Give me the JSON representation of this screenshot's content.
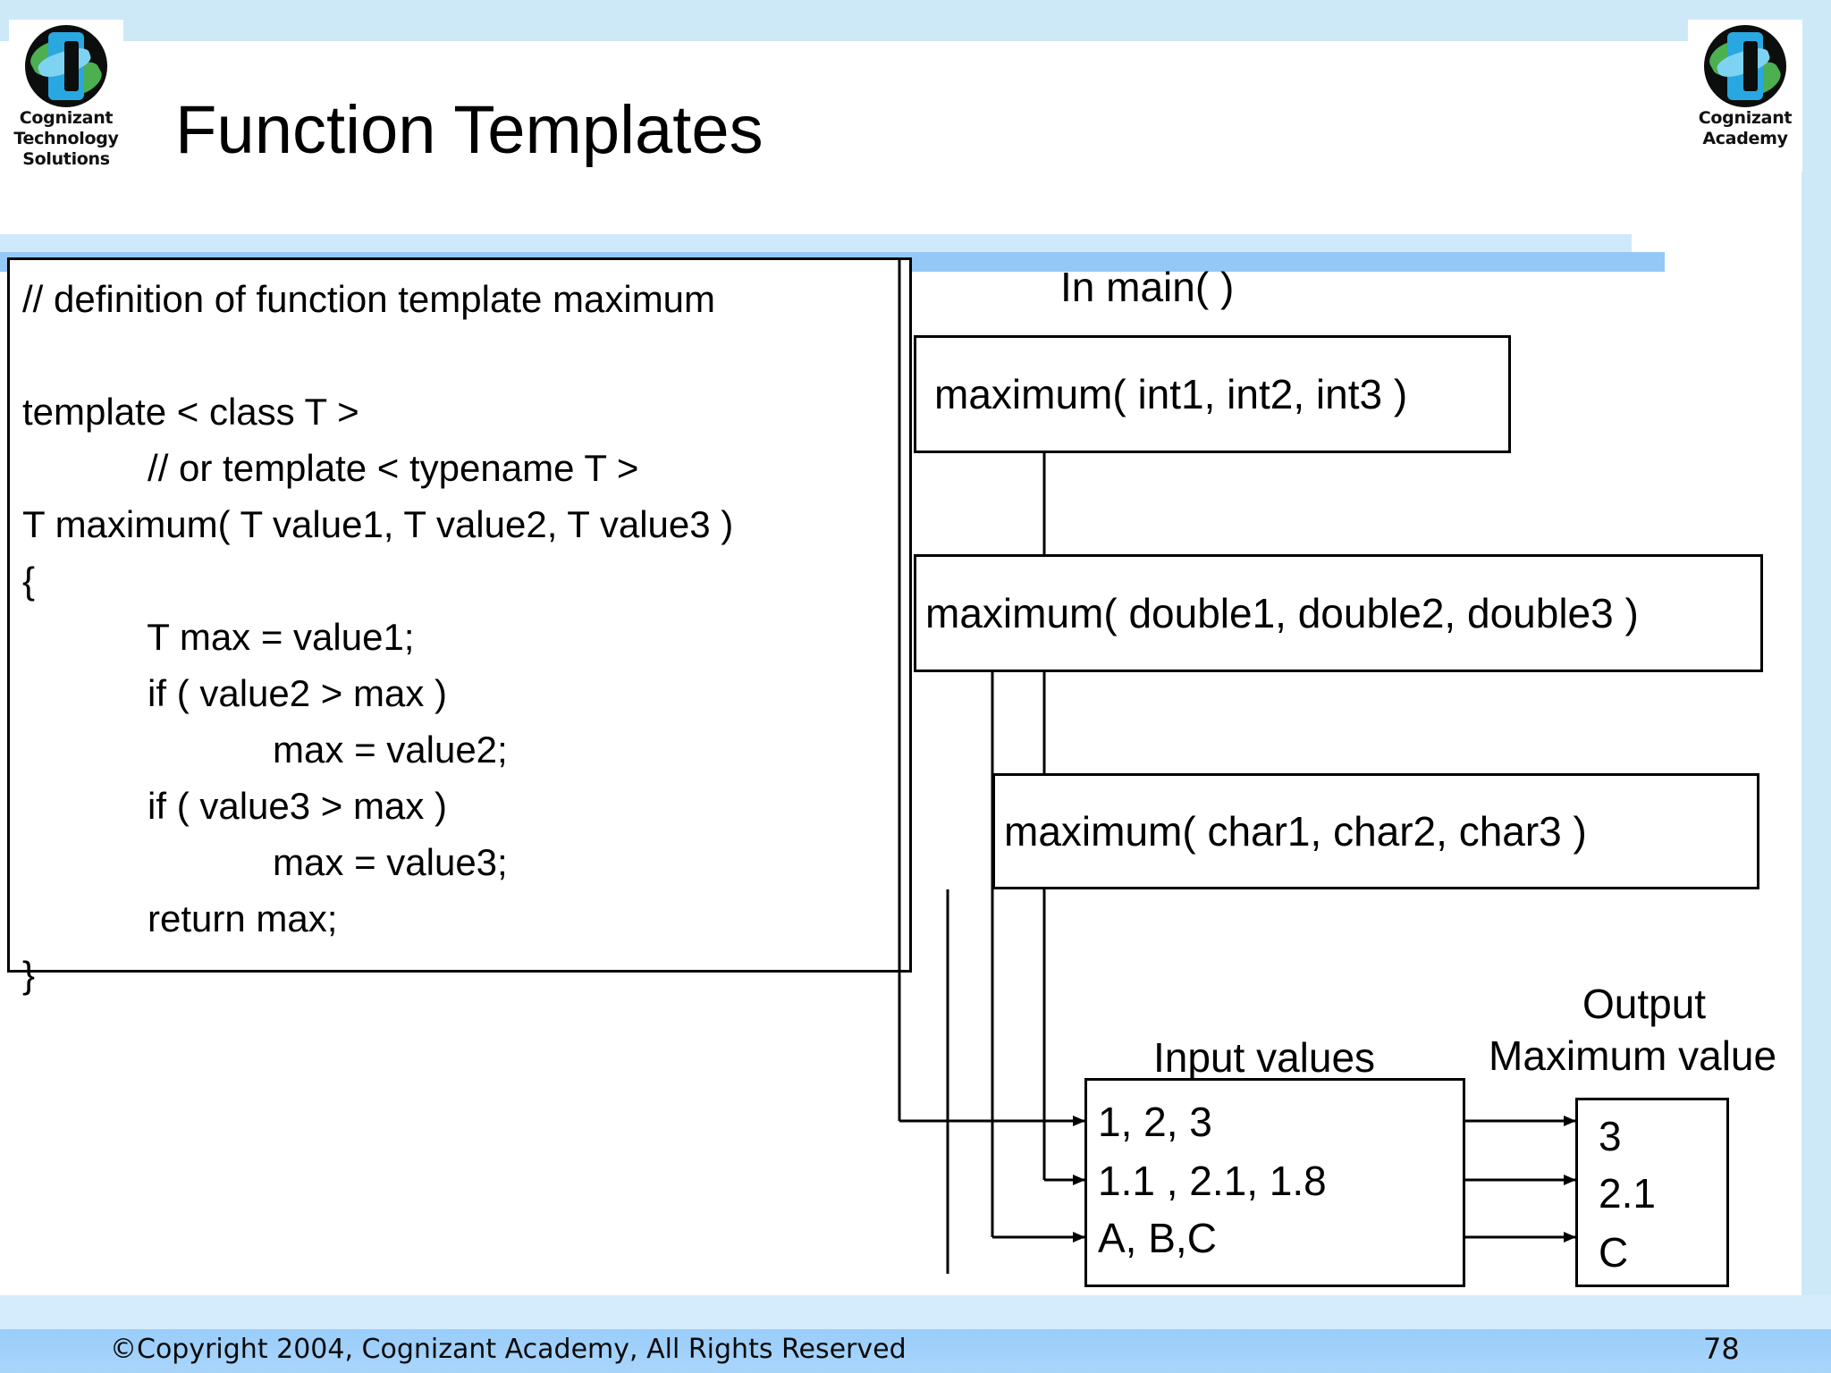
{
  "slide": {
    "title": "Function Templates",
    "page_number": "78",
    "copyright": "©Copyright 2004, Cognizant Academy, All Rights Reserved",
    "accent_light": "#cfe9fb",
    "accent_dark": "#94c8f7",
    "background": "#cde9f8"
  },
  "logos": {
    "left": {
      "line1": "Cognizant",
      "line2": "Technology",
      "line3": "Solutions"
    },
    "right": {
      "line1": "Cognizant",
      "line2": "Academy",
      "line3": ""
    }
  },
  "code": {
    "lines": [
      "// definition of function template maximum",
      "",
      "template < class T >",
      "            // or template < typename T >",
      "T maximum( T value1, T value2, T value3 )",
      "{",
      "            T max = value1;",
      "            if ( value2 > max )",
      "                        max = value2;",
      "            if ( value3 > max )",
      "                        max = value3;",
      "            return max;",
      "}"
    ]
  },
  "diagram": {
    "in_main_label": "In main( )",
    "calls": [
      "maximum( int1, int2, int3 )",
      "maximum( double1, double2, double3 )",
      "maximum( char1, char2, char3 )"
    ],
    "input_label": "Input values",
    "output_label_line1": "Output",
    "output_label_line2": "Maximum value",
    "input_values": [
      "1, 2, 3",
      "1.1 , 2.1, 1.8",
      "A, B,C"
    ],
    "output_values": [
      "3",
      "2.1",
      "C"
    ]
  }
}
